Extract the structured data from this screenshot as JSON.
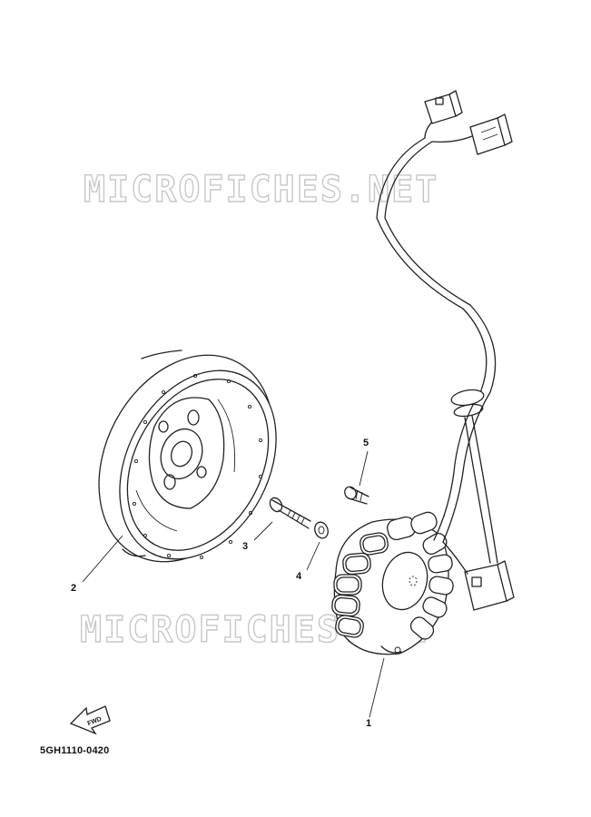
{
  "diagram": {
    "part_code": "5GH1110-0420",
    "fwd_label": "FWD",
    "watermark": "MICROFICHES.NET",
    "callouts": [
      {
        "id": "1",
        "label": "1"
      },
      {
        "id": "2",
        "label": "2"
      },
      {
        "id": "3",
        "label": "3"
      },
      {
        "id": "4",
        "label": "4"
      },
      {
        "id": "5",
        "label": "5"
      }
    ],
    "line_color": "#222222",
    "watermark_color": "#c8c8c8"
  }
}
